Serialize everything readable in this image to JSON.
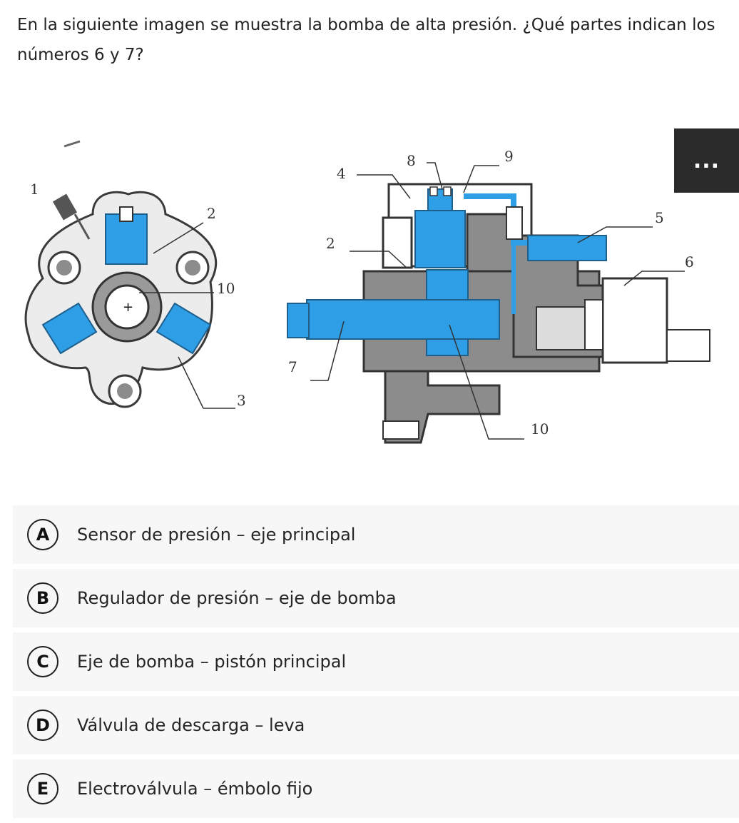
{
  "question": {
    "text": "En la siguiente imagen se muestra la bomba de alta presión. ¿Qué partes indican los números 6 y 7?"
  },
  "figure": {
    "more_label": "...",
    "left_labels": [
      "1",
      "2",
      "10",
      "3"
    ],
    "right_labels": [
      "4",
      "8",
      "9",
      "5",
      "2",
      "6",
      "7",
      "10"
    ],
    "colors": {
      "blue": "#2e9ee6",
      "gray": "#8c8c8c",
      "light": "#e9e9e9",
      "dark": "#3a3a3a"
    }
  },
  "options": [
    {
      "letter": "A",
      "text": "Sensor de presión – eje principal"
    },
    {
      "letter": "B",
      "text": "Regulador de presión – eje de bomba"
    },
    {
      "letter": "C",
      "text": "Eje de bomba – pistón principal"
    },
    {
      "letter": "D",
      "text": "Válvula de descarga – leva"
    },
    {
      "letter": "E",
      "text": "Electroválvula – émbolo fijo"
    }
  ]
}
